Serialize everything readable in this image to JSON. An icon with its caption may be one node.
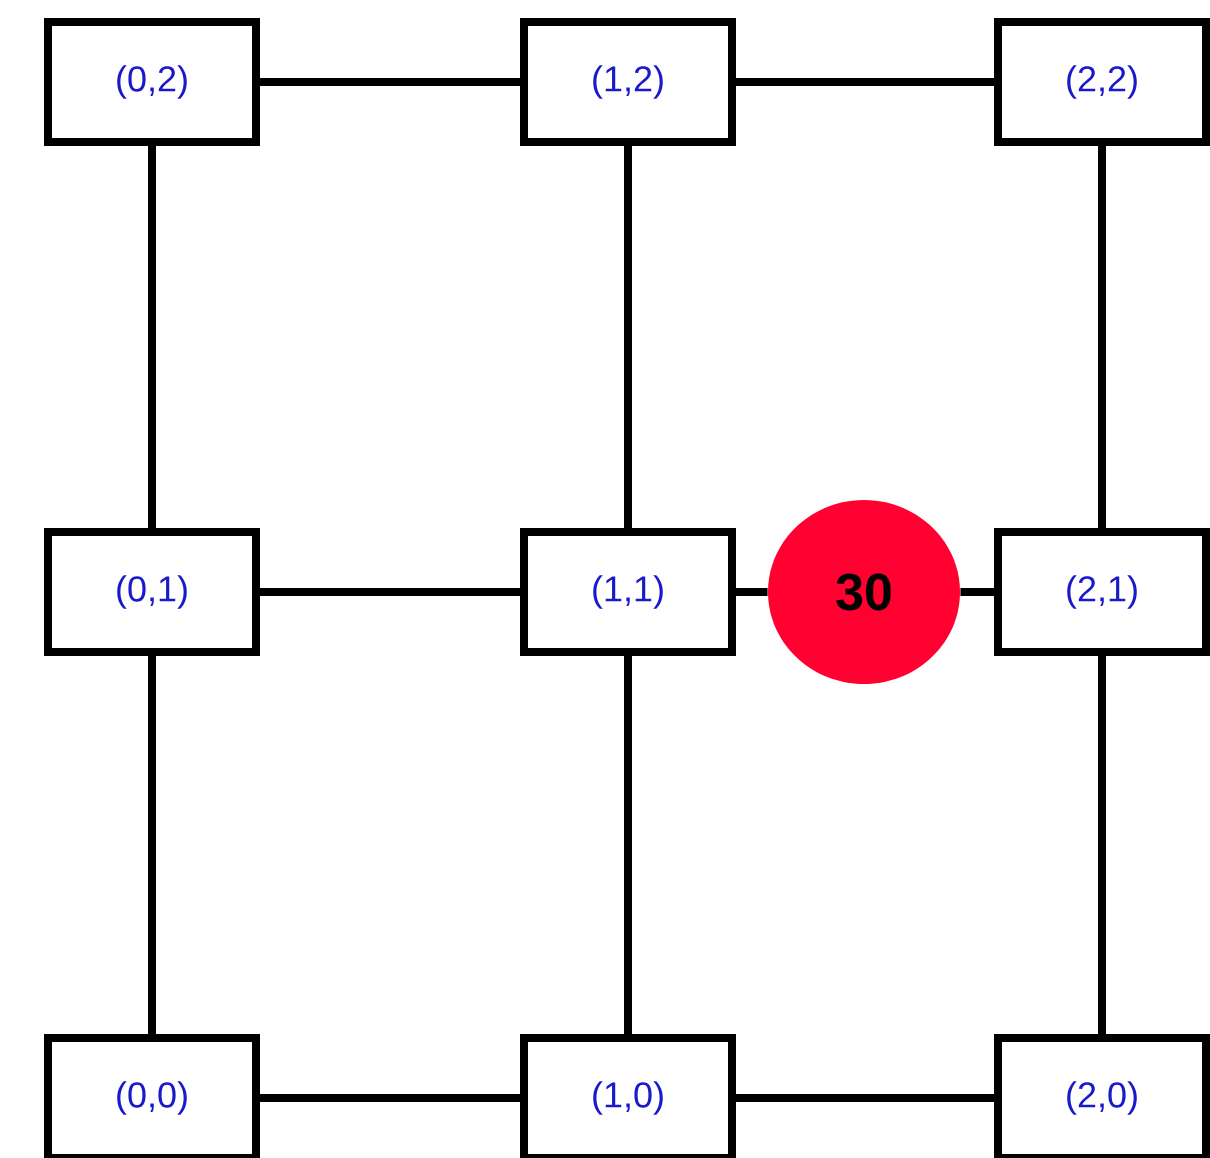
{
  "diagram": {
    "nodes": [
      {
        "text": [
          "(0,2)"
        ]
      },
      {
        "text": [
          "(1,2)"
        ]
      },
      {
        "text": [
          "(2,2)"
        ]
      },
      {
        "text": [
          "(0,1)"
        ]
      },
      {
        "text": [
          "(1,1)"
        ]
      },
      {
        "text": [
          "30"
        ]
      },
      {
        "text": [
          "(2,1)"
        ]
      },
      {
        "text": [
          "(0,0)"
        ]
      },
      {
        "text": [
          "(1,0)"
        ]
      },
      {
        "text": [
          "(2,0)"
        ]
      }
    ],
    "edges": [
      {
        "from": 0,
        "to": 1,
        "arrow": "none"
      },
      {
        "from": 1,
        "to": 2,
        "arrow": "none"
      },
      {
        "from": 3,
        "to": 4,
        "arrow": "none"
      },
      {
        "from": 4,
        "to": 5,
        "arrow": "none"
      },
      {
        "from": 5,
        "to": 6,
        "arrow": "none"
      },
      {
        "from": 7,
        "to": 8,
        "arrow": "none"
      },
      {
        "from": 8,
        "to": 9,
        "arrow": "none"
      },
      {
        "from": 0,
        "to": 3,
        "arrow": "none"
      },
      {
        "from": 3,
        "to": 7,
        "arrow": "none"
      },
      {
        "from": 1,
        "to": 4,
        "arrow": "none"
      },
      {
        "from": 4,
        "to": 8,
        "arrow": "none"
      },
      {
        "from": 2,
        "to": 6,
        "arrow": "none"
      },
      {
        "from": 6,
        "to": 9,
        "arrow": "none"
      }
    ]
  }
}
